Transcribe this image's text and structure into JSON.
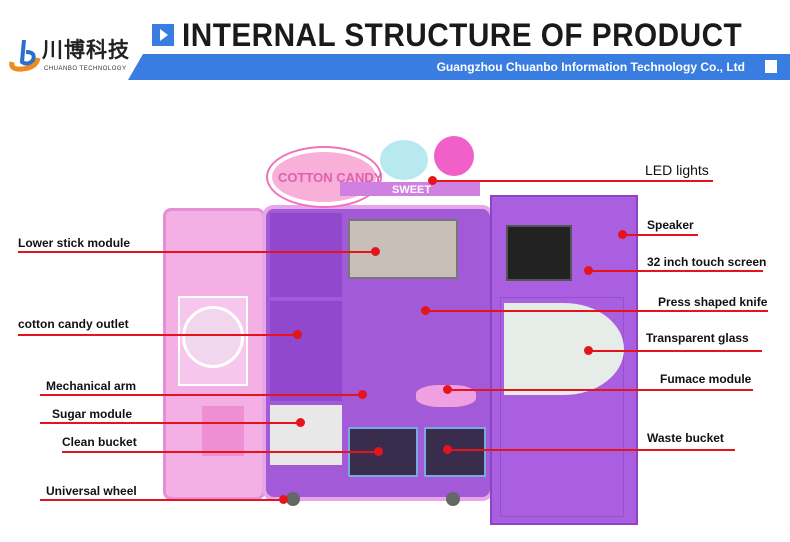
{
  "header": {
    "logo_cn": "川博科技",
    "logo_en": "CHUANBO TECHNOLOGY",
    "title": "INTERNAL STRUCTURE OF PRODUCT",
    "company": "Guangzhou Chuanbo Information Technology Co., Ltd"
  },
  "sign": {
    "brand": "COTTON CANDY",
    "sweet": "SWEET"
  },
  "callouts": {
    "left": [
      "Lower stick module",
      "cotton candy outlet",
      "Mechanical arm",
      "Sugar module",
      "Clean bucket",
      "Universal wheel"
    ],
    "right": [
      "LED lights",
      "Speaker",
      "32 inch  touch screen",
      "Press shaped knife",
      "Transparent glass",
      "Fumace module",
      "Waste bucket"
    ]
  },
  "colors": {
    "accent": "#3a7de0",
    "callout": "#e5141c",
    "machine": "#a35ad8",
    "door": "#f4b0e4"
  }
}
